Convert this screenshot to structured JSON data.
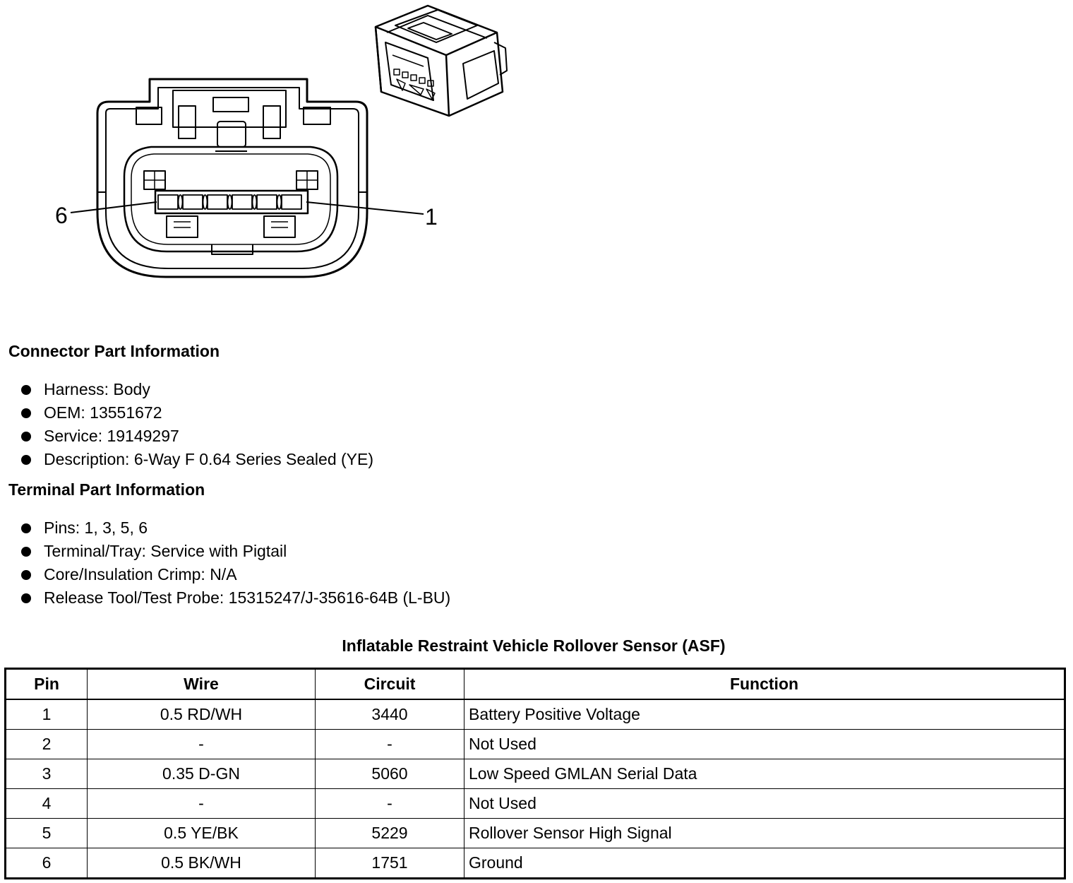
{
  "diagram": {
    "pin_label_left": "6",
    "pin_label_right": "1"
  },
  "connector_info": {
    "heading": "Connector Part Information",
    "items": [
      "Harness: Body",
      "OEM: 13551672",
      "Service: 19149297",
      "Description: 6-Way F 0.64 Series Sealed (YE)"
    ]
  },
  "terminal_info": {
    "heading": "Terminal Part Information",
    "items": [
      "Pins: 1, 3, 5, 6",
      "Terminal/Tray: Service with Pigtail",
      "Core/Insulation Crimp: N/A",
      "Release Tool/Test Probe: 15315247/J-35616-64B (L-BU)"
    ]
  },
  "table": {
    "title": "Inflatable Restraint Vehicle Rollover Sensor (ASF)",
    "headers": [
      "Pin",
      "Wire",
      "Circuit",
      "Function"
    ],
    "rows": [
      [
        "1",
        "0.5 RD/WH",
        "3440",
        "Battery Positive Voltage"
      ],
      [
        "2",
        "-",
        "-",
        "Not Used"
      ],
      [
        "3",
        "0.35 D-GN",
        "5060",
        "Low Speed GMLAN Serial Data"
      ],
      [
        "4",
        "-",
        "-",
        "Not Used"
      ],
      [
        "5",
        "0.5 YE/BK",
        "5229",
        "Rollover Sensor High Signal"
      ],
      [
        "6",
        "0.5 BK/WH",
        "1751",
        "Ground"
      ]
    ]
  }
}
